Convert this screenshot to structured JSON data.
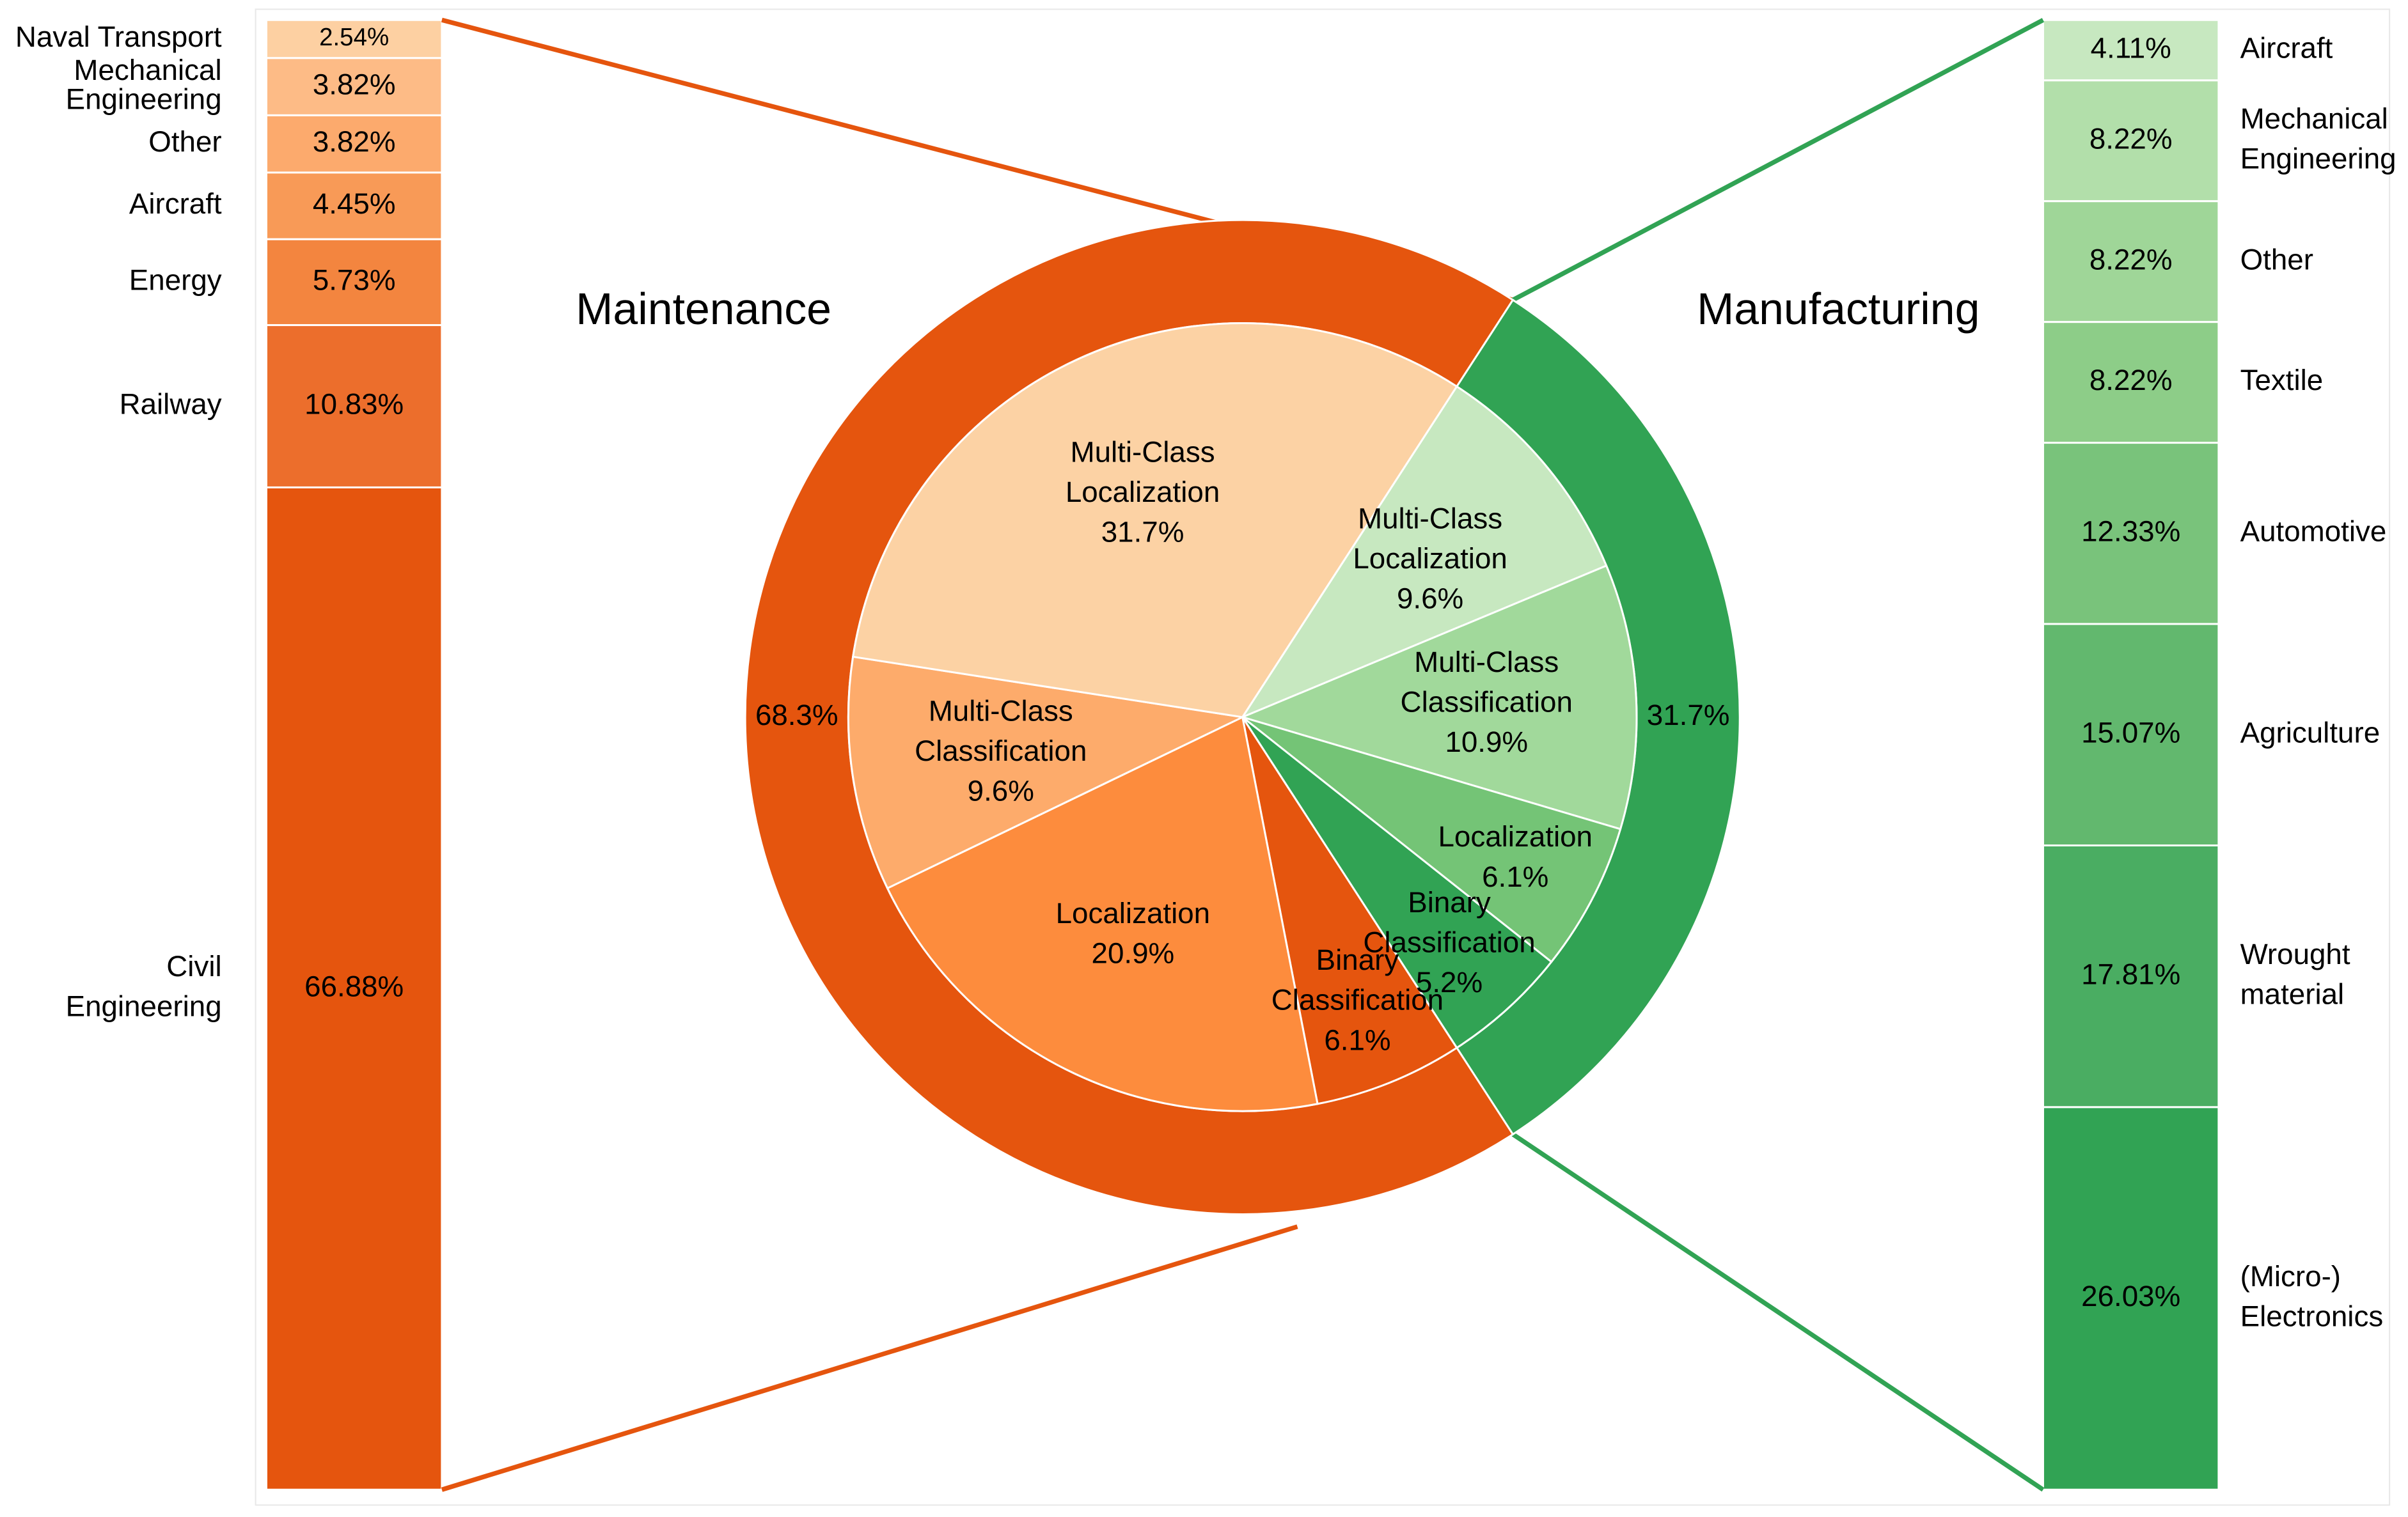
{
  "chart_data": {
    "type": "pie",
    "ring": {
      "values": [
        68.3,
        31.7
      ],
      "labels": [
        "68.3%",
        "31.7%"
      ],
      "colors": [
        "#e5550e",
        "#31a354"
      ]
    },
    "groups": [
      {
        "title": "Maintenance",
        "pie_share": 68.3,
        "slices": [
          {
            "label": [
              "Multi-Class",
              "Localization",
              "31.7%"
            ],
            "value": 31.7,
            "color": "#fcd2a4"
          },
          {
            "label": [
              "Multi-Class",
              "Classification",
              "9.6%"
            ],
            "value": 9.6,
            "color": "#fdab6b"
          },
          {
            "label": [
              "Localization",
              "20.9%"
            ],
            "value": 20.9,
            "color": "#fd8c3d"
          },
          {
            "label": [
              "Binary",
              "Classification",
              "6.1%"
            ],
            "value": 6.1,
            "color": "#e5550e"
          }
        ],
        "bar": {
          "segments": [
            {
              "label": [
                "Naval Transport"
              ],
              "value": 2.54,
              "text": "2.54%",
              "color": "#fdd0a2"
            },
            {
              "label": [
                "Mechanical",
                "Engineering"
              ],
              "value": 3.82,
              "text": "3.82%",
              "color": "#fdbb86"
            },
            {
              "label": [
                "Other"
              ],
              "value": 3.82,
              "text": "3.82%",
              "color": "#fcaa6d"
            },
            {
              "label": [
                "Aircraft"
              ],
              "value": 4.45,
              "text": "4.45%",
              "color": "#f89a57"
            },
            {
              "label": [
                "Energy"
              ],
              "value": 5.73,
              "text": "5.73%",
              "color": "#f3853f"
            },
            {
              "label": [
                "Railway"
              ],
              "value": 10.83,
              "text": "10.83%",
              "color": "#ec6e2c"
            },
            {
              "label": [
                "Civil",
                "Engineering"
              ],
              "value": 66.88,
              "text": "66.88%",
              "color": "#e5550e"
            }
          ]
        }
      },
      {
        "title": "Manufacturing",
        "pie_share": 31.7,
        "slices": [
          {
            "label": [
              "Multi-Class",
              "Localization",
              "9.6%"
            ],
            "value": 9.6,
            "color": "#c7e8c0"
          },
          {
            "label": [
              "Multi-Class",
              "Classification",
              "10.9%"
            ],
            "value": 10.9,
            "color": "#a1d99b"
          },
          {
            "label": [
              "Localization",
              "6.1%"
            ],
            "value": 6.1,
            "color": "#74c476"
          },
          {
            "label": [
              "Binary",
              "Classification",
              "5.2%"
            ],
            "value": 5.2,
            "color": "#31a354"
          }
        ],
        "bar": {
          "segments": [
            {
              "label": [
                "Aircraft"
              ],
              "value": 4.11,
              "text": "4.11%",
              "color": "#c7e8c0"
            },
            {
              "label": [
                "Mechanical",
                "Engineering"
              ],
              "value": 8.22,
              "text": "8.22%",
              "color": "#b2dfaa"
            },
            {
              "label": [
                "Other"
              ],
              "value": 8.22,
              "text": "8.22%",
              "color": "#9fd698"
            },
            {
              "label": [
                "Textile"
              ],
              "value": 8.22,
              "text": "8.22%",
              "color": "#8dcd88"
            },
            {
              "label": [
                "Automotive"
              ],
              "value": 12.33,
              "text": "12.33%",
              "color": "#79c37b"
            },
            {
              "label": [
                "Agriculture"
              ],
              "value": 15.07,
              "text": "15.07%",
              "color": "#62b86e"
            },
            {
              "label": [
                "Wrought",
                "material"
              ],
              "value": 17.81,
              "text": "17.81%",
              "color": "#4aad62"
            },
            {
              "label": [
                "(Micro-)",
                "Electronics"
              ],
              "value": 26.03,
              "text": "26.03%",
              "color": "#31a354"
            }
          ]
        }
      }
    ]
  }
}
